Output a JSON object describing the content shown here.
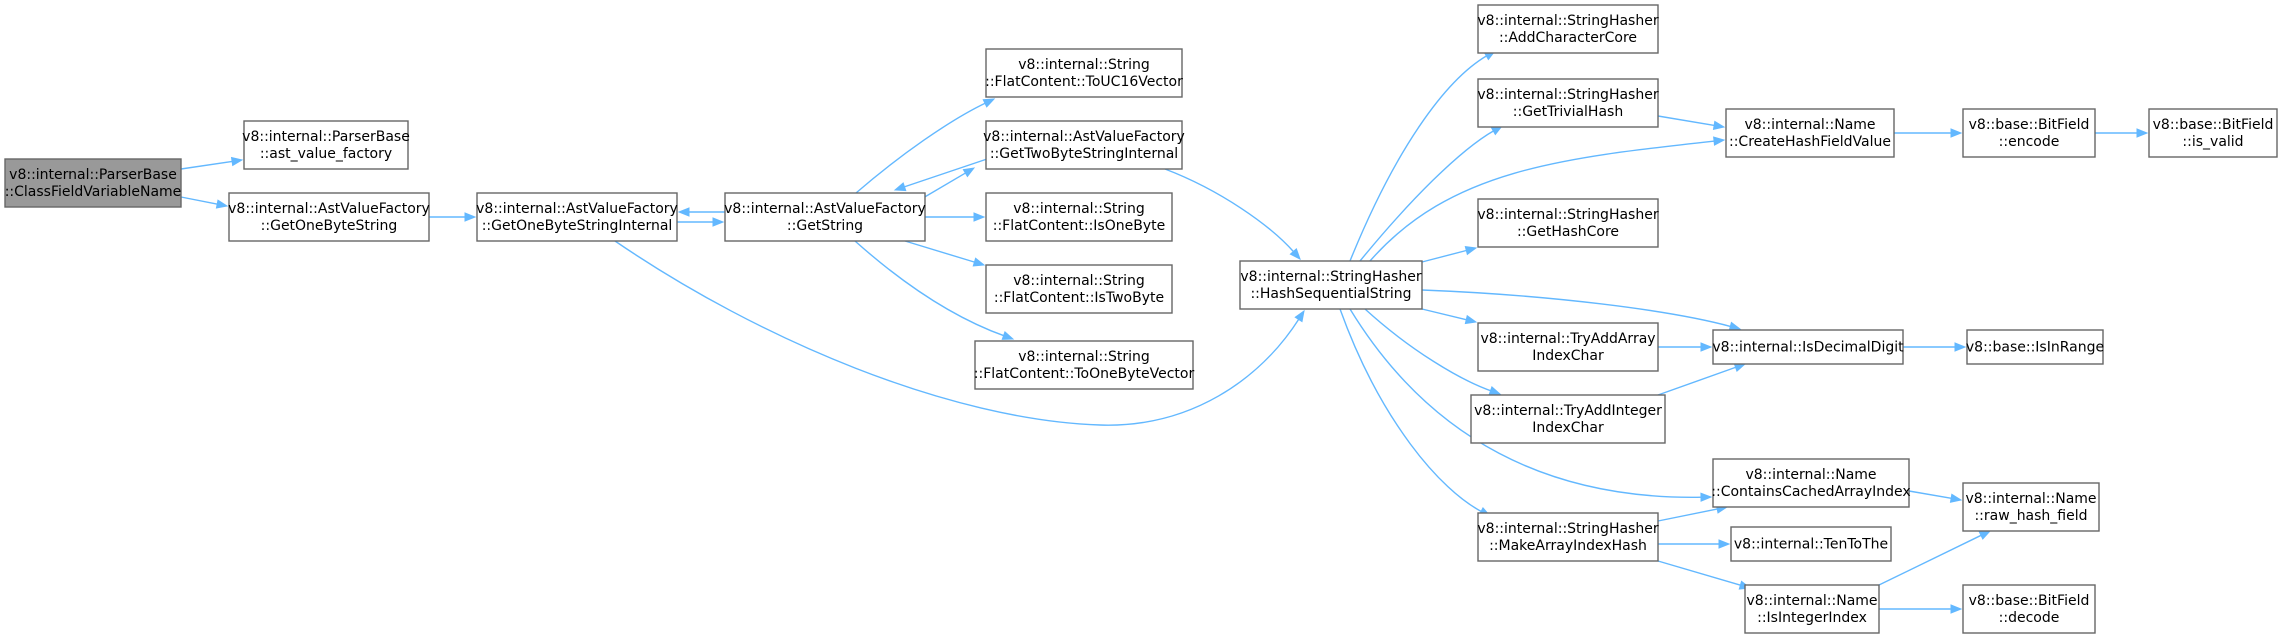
{
  "diagram": {
    "colors": {
      "edge": "#63b8ff",
      "node_border": "#666666",
      "node_fill": "#ffffff",
      "root_fill": "#999999",
      "background": "#ffffff"
    },
    "nodes": [
      {
        "id": "ClassFieldVariableName",
        "lines": [
          "v8::internal::ParserBase",
          "::ClassFieldVariableName"
        ],
        "root": true
      },
      {
        "id": "ast_value_factory",
        "lines": [
          "v8::internal::ParserBase",
          "::ast_value_factory"
        ]
      },
      {
        "id": "GetOneByteString",
        "lines": [
          "v8::internal::AstValueFactory",
          "::GetOneByteString"
        ]
      },
      {
        "id": "GetOneByteStringInternal",
        "lines": [
          "v8::internal::AstValueFactory",
          "::GetOneByteStringInternal"
        ]
      },
      {
        "id": "GetString",
        "lines": [
          "v8::internal::AstValueFactory",
          "::GetString"
        ]
      },
      {
        "id": "ToUC16Vector",
        "lines": [
          "v8::internal::String",
          "::FlatContent::ToUC16Vector"
        ]
      },
      {
        "id": "GetTwoByteStringInternal",
        "lines": [
          "v8::internal::AstValueFactory",
          "::GetTwoByteStringInternal"
        ]
      },
      {
        "id": "IsOneByte",
        "lines": [
          "v8::internal::String",
          "::FlatContent::IsOneByte"
        ]
      },
      {
        "id": "IsTwoByte",
        "lines": [
          "v8::internal::String",
          "::FlatContent::IsTwoByte"
        ]
      },
      {
        "id": "ToOneByteVector",
        "lines": [
          "v8::internal::String",
          "::FlatContent::ToOneByteVector"
        ]
      },
      {
        "id": "HashSequentialString",
        "lines": [
          "v8::internal::StringHasher",
          "::HashSequentialString"
        ]
      },
      {
        "id": "AddCharacterCore",
        "lines": [
          "v8::internal::StringHasher",
          "::AddCharacterCore"
        ]
      },
      {
        "id": "GetTrivialHash",
        "lines": [
          "v8::internal::StringHasher",
          "::GetTrivialHash"
        ]
      },
      {
        "id": "GetHashCore",
        "lines": [
          "v8::internal::StringHasher",
          "::GetHashCore"
        ]
      },
      {
        "id": "TryAddArrayIndexChar",
        "lines": [
          "v8::internal::TryAddArray",
          "IndexChar"
        ]
      },
      {
        "id": "TryAddIntegerIndexChar",
        "lines": [
          "v8::internal::TryAddInteger",
          "IndexChar"
        ]
      },
      {
        "id": "MakeArrayIndexHash",
        "lines": [
          "v8::internal::StringHasher",
          "::MakeArrayIndexHash"
        ]
      },
      {
        "id": "CreateHashFieldValue",
        "lines": [
          "v8::internal::Name",
          "::CreateHashFieldValue"
        ]
      },
      {
        "id": "IsDecimalDigit",
        "lines": [
          "v8::internal::IsDecimalDigit"
        ]
      },
      {
        "id": "ContainsCachedArrayIndex",
        "lines": [
          "v8::internal::Name",
          "::ContainsCachedArrayIndex"
        ]
      },
      {
        "id": "TenToThe",
        "lines": [
          "v8::internal::TenToThe"
        ]
      },
      {
        "id": "IsIntegerIndex",
        "lines": [
          "v8::internal::Name",
          "::IsIntegerIndex"
        ]
      },
      {
        "id": "encode",
        "lines": [
          "v8::base::BitField",
          "::encode"
        ]
      },
      {
        "id": "is_valid",
        "lines": [
          "v8::base::BitField",
          "::is_valid"
        ]
      },
      {
        "id": "IsInRange",
        "lines": [
          "v8::base::IsInRange"
        ]
      },
      {
        "id": "raw_hash_field",
        "lines": [
          "v8::internal::Name",
          "::raw_hash_field"
        ]
      },
      {
        "id": "decode",
        "lines": [
          "v8::base::BitField",
          "::decode"
        ]
      }
    ],
    "edges": [
      {
        "from": "ClassFieldVariableName",
        "to": "ast_value_factory"
      },
      {
        "from": "ClassFieldVariableName",
        "to": "GetOneByteString"
      },
      {
        "from": "GetOneByteString",
        "to": "GetOneByteStringInternal"
      },
      {
        "from": "GetOneByteStringInternal",
        "to": "GetString"
      },
      {
        "from": "GetOneByteStringInternal",
        "to": "HashSequentialString"
      },
      {
        "from": "GetString",
        "to": "GetOneByteStringInternal"
      },
      {
        "from": "GetString",
        "to": "ToUC16Vector"
      },
      {
        "from": "GetString",
        "to": "GetTwoByteStringInternal"
      },
      {
        "from": "GetString",
        "to": "IsOneByte"
      },
      {
        "from": "GetString",
        "to": "IsTwoByte"
      },
      {
        "from": "GetString",
        "to": "ToOneByteVector"
      },
      {
        "from": "GetTwoByteStringInternal",
        "to": "GetString"
      },
      {
        "from": "GetTwoByteStringInternal",
        "to": "HashSequentialString"
      },
      {
        "from": "HashSequentialString",
        "to": "AddCharacterCore"
      },
      {
        "from": "HashSequentialString",
        "to": "GetTrivialHash"
      },
      {
        "from": "HashSequentialString",
        "to": "CreateHashFieldValue"
      },
      {
        "from": "HashSequentialString",
        "to": "GetHashCore"
      },
      {
        "from": "HashSequentialString",
        "to": "IsDecimalDigit"
      },
      {
        "from": "HashSequentialString",
        "to": "TryAddArrayIndexChar"
      },
      {
        "from": "HashSequentialString",
        "to": "TryAddIntegerIndexChar"
      },
      {
        "from": "HashSequentialString",
        "to": "ContainsCachedArrayIndex"
      },
      {
        "from": "HashSequentialString",
        "to": "MakeArrayIndexHash"
      },
      {
        "from": "GetTrivialHash",
        "to": "CreateHashFieldValue"
      },
      {
        "from": "CreateHashFieldValue",
        "to": "encode"
      },
      {
        "from": "encode",
        "to": "is_valid"
      },
      {
        "from": "TryAddArrayIndexChar",
        "to": "IsDecimalDigit"
      },
      {
        "from": "TryAddIntegerIndexChar",
        "to": "IsDecimalDigit"
      },
      {
        "from": "IsDecimalDigit",
        "to": "IsInRange"
      },
      {
        "from": "MakeArrayIndexHash",
        "to": "ContainsCachedArrayIndex"
      },
      {
        "from": "MakeArrayIndexHash",
        "to": "TenToThe"
      },
      {
        "from": "MakeArrayIndexHash",
        "to": "IsIntegerIndex"
      },
      {
        "from": "ContainsCachedArrayIndex",
        "to": "raw_hash_field"
      },
      {
        "from": "IsIntegerIndex",
        "to": "raw_hash_field"
      },
      {
        "from": "IsIntegerIndex",
        "to": "decode"
      }
    ]
  }
}
